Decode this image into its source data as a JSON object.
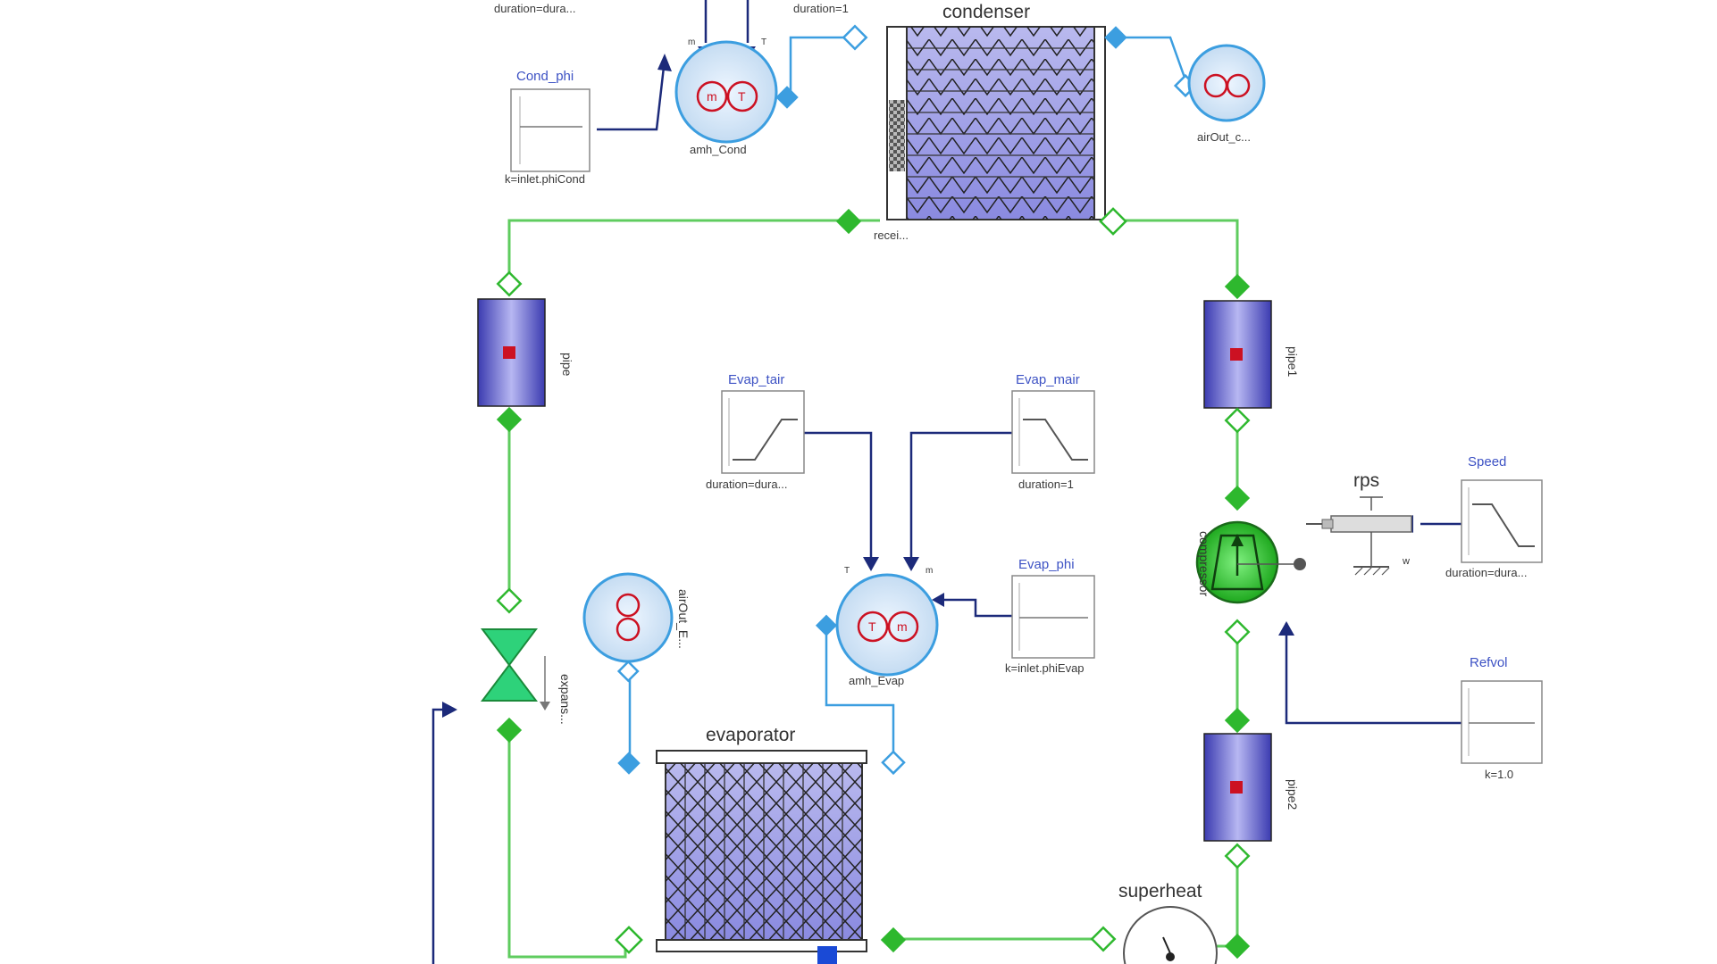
{
  "labels": {
    "top_left_source_param": "duration=dura...",
    "top_source_param": "duration=1",
    "condenser": "condenser",
    "cond_phi_name": "Cond_phi",
    "cond_phi_param": "k=inlet.phiCond",
    "amh_cond": "amh_Cond",
    "air_out_cond": "airOut_c...",
    "cond_port": "recei...",
    "pipe_left": "pipe",
    "pipe_right1": "pipe1",
    "pipe_right2": "pipe2",
    "evap_tair_name": "Evap_tair",
    "evap_tair_param": "duration=dura...",
    "evap_mair_name": "Evap_mair",
    "evap_mair_param": "duration=1",
    "evap_phi_name": "Evap_phi",
    "evap_phi_param": "k=inlet.phiEvap",
    "amh_evap": "amh_Evap",
    "rps": "rps",
    "speed_name": "Speed",
    "speed_param": "duration=dura...",
    "compressor": "compressor",
    "refvol_name": "Refvol",
    "refvol_param": "k=1.0",
    "valve": "expans...",
    "air_out_evap": "airOut_E...",
    "evaporator": "evaporator",
    "superheat": "superheat"
  },
  "colors": {
    "refrigerant_line": "#5fcc5f",
    "air_line": "#3c9ee0",
    "signal_line": "#1c2a7a",
    "component_blue": "#5a5ad0",
    "component_green": "#2eb82e",
    "marker_red": "#cc1122"
  }
}
